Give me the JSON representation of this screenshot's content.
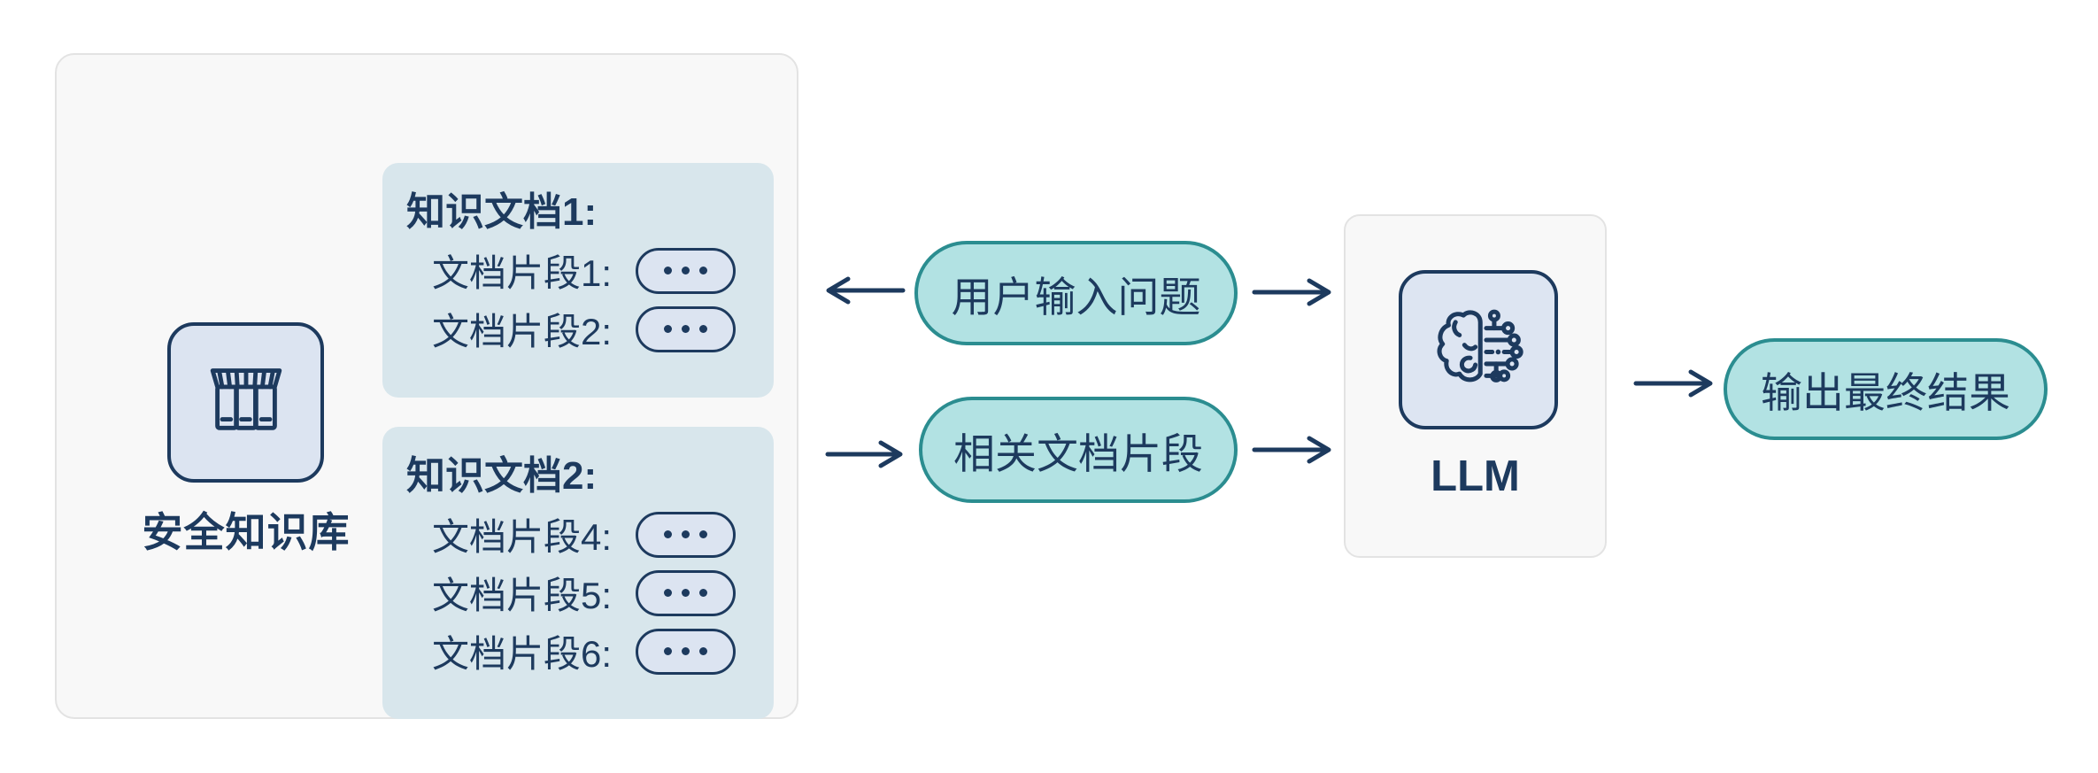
{
  "colors": {
    "navy": "#1d3a5e",
    "teal_fill": "#b2e2e3",
    "teal_border": "#2b8d90",
    "doc_box_bg": "#d8e6ec",
    "node_bg": "#dce4f1",
    "card_bg": "#f8f8f8",
    "card_border": "#e3e3e3"
  },
  "ellipsis_glyph": "•••",
  "knowledge_base": {
    "label": "安全知识库",
    "icon": "library-books-icon",
    "documents": [
      {
        "title": "知识文档1:",
        "fragments": [
          {
            "label": "文档片段1:"
          },
          {
            "label": "文档片段2:"
          }
        ]
      },
      {
        "title": "知识文档2:",
        "fragments": [
          {
            "label": "文档片段4:"
          },
          {
            "label": "文档片段5:"
          },
          {
            "label": "文档片段6:"
          }
        ]
      }
    ]
  },
  "flow": {
    "user_query_pill": "用户输入问题",
    "related_fragments_pill": "相关文档片段",
    "llm": {
      "label": "LLM",
      "icon": "brain-circuit-icon"
    },
    "output_pill": "输出最终结果"
  }
}
